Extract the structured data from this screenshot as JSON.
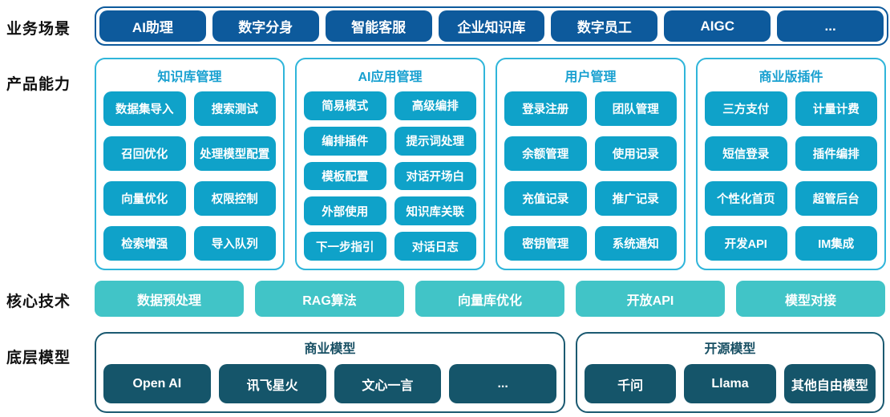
{
  "colors": {
    "scenario_blue": "#0d5a9c",
    "capability_border_cyan": "#2fb5da",
    "capability_title_cyan": "#18a0d0",
    "capability_chip_cyan": "#0fa2c9",
    "tech_teal": "#41c4c7",
    "model_dark_teal": "#15556a",
    "model_border_teal": "#1b5a71",
    "model_title_dark": "#174f63",
    "label_black": "#111111",
    "background": "#ffffff"
  },
  "business": {
    "label": "业务场景",
    "items": [
      "AI助理",
      "数字分身",
      "智能客服",
      "企业知识库",
      "数字员工",
      "AIGC",
      "..."
    ]
  },
  "capabilities": {
    "label": "产品能力",
    "columns": [
      {
        "title": "知识库管理",
        "items": [
          "数据集导入",
          "搜索测试",
          "召回优化",
          "处理模型配置",
          "向量优化",
          "权限控制",
          "检索增强",
          "导入队列"
        ]
      },
      {
        "title": "AI应用管理",
        "items": [
          "简易模式",
          "高级编排",
          "编排插件",
          "提示词处理",
          "模板配置",
          "对话开场白",
          "外部使用",
          "知识库关联",
          "下一步指引",
          "对话日志"
        ]
      },
      {
        "title": "用户管理",
        "items": [
          "登录注册",
          "团队管理",
          "余额管理",
          "使用记录",
          "充值记录",
          "推广记录",
          "密钥管理",
          "系统通知"
        ]
      },
      {
        "title": "商业版插件",
        "items": [
          "三方支付",
          "计量计费",
          "短信登录",
          "插件编排",
          "个性化首页",
          "超管后台",
          "开发API",
          "IM集成"
        ]
      }
    ]
  },
  "core_tech": {
    "label": "核心技术",
    "items": [
      "数据预处理",
      "RAG算法",
      "向量库优化",
      "开放API",
      "模型对接"
    ]
  },
  "models": {
    "label": "底层模型",
    "groups": [
      {
        "title": "商业模型",
        "items": [
          "Open AI",
          "讯飞星火",
          "文心一言",
          "..."
        ]
      },
      {
        "title": "开源模型",
        "items": [
          "千问",
          "Llama",
          "其他自由模型"
        ]
      }
    ]
  }
}
